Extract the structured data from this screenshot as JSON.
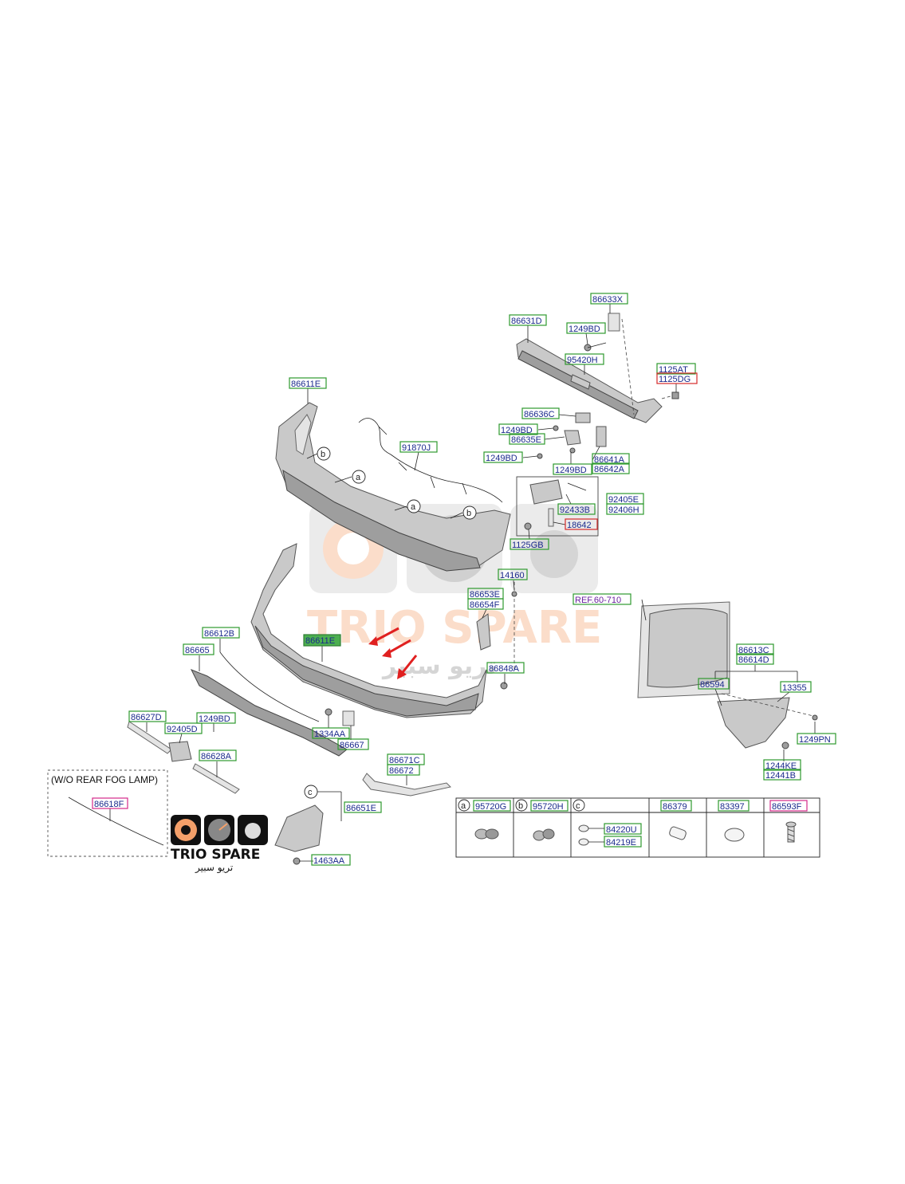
{
  "watermark": {
    "brand": "TRIO SPARE",
    "brand_ar": "تريو سبير"
  },
  "logo": {
    "brand": "TRIO SPARE",
    "brand_ar": "تريو سبير"
  },
  "note": "(W/O REAR FOG LAMP)",
  "labels": {
    "p86633X": "86633X",
    "p86631D": "86631D",
    "p1249BD_a": "1249BD",
    "p95420H": "95420H",
    "p1125AT": "1125AT",
    "p1125DG": "1125DG",
    "p86611E_top": "86611E",
    "p91870J": "91870J",
    "p86636C": "86636C",
    "p1249BD_b": "1249BD",
    "p86635E": "86635E",
    "p1249BD_c": "1249BD",
    "p1249BD_d": "1249BD",
    "p86641A": "86641A",
    "p86642A": "86642A",
    "p92433B": "92433B",
    "p92405E": "92405E",
    "p92406H": "92406H",
    "p18642": "18642",
    "p1125GB": "1125GB",
    "p14160": "14160",
    "p86653E": "86653E",
    "p86654F": "86654F",
    "pREF": "REF.60-710",
    "p86612B": "86612B",
    "p86665": "86665",
    "p86611E_mid": "86611E",
    "p86848A": "86848A",
    "p86613C": "86613C",
    "p86614D": "86614D",
    "p86594": "86594",
    "p13355": "13355",
    "p86627D": "86627D",
    "p1249BD_e": "1249BD",
    "p92405D": "92405D",
    "p1334AA": "1334AA",
    "p86667": "86667",
    "p86628A": "86628A",
    "p1249PN": "1249PN",
    "p1244KE": "1244KE",
    "p12441B": "12441B",
    "p86671C": "86671C",
    "p86672": "86672",
    "p86618F": "86618F",
    "p86651E": "86651E",
    "p1463AA": "1463AA"
  },
  "callouts": {
    "a": "a",
    "b": "b",
    "c": "c"
  },
  "legend": {
    "a_part": "95720G",
    "b_part": "95720H",
    "c_part1": "84220U",
    "c_part2": "84219E",
    "col4": "86379",
    "col5": "83397",
    "col6": "86593F"
  },
  "colors": {
    "label": "#1a2a8c",
    "green_box": "#2e9a2e",
    "red_box": "#d42a2a",
    "arrow": "#e02020",
    "watermark": "#f0a070"
  }
}
